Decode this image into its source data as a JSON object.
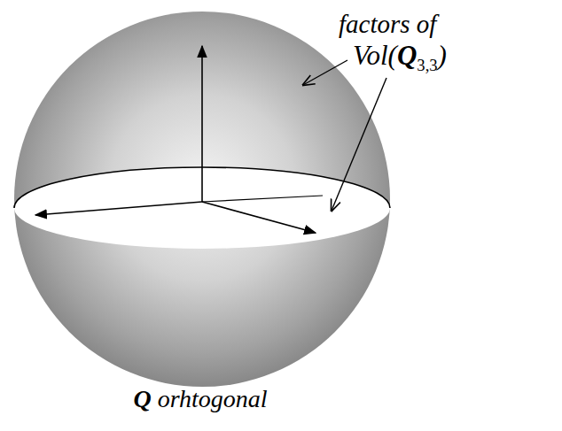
{
  "diagram": {
    "labels": [
      "factors of",
      "Vol(Q3,3)",
      "Q orhtogonal"
    ]
  }
}
